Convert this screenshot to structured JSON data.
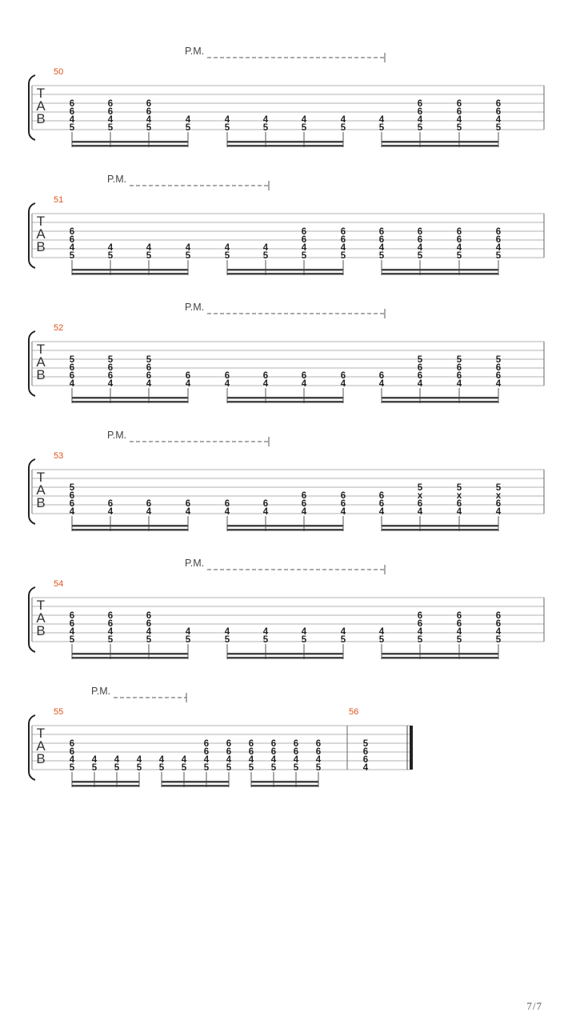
{
  "page": {
    "number": "7/7"
  },
  "tab_clef": [
    "T",
    "A",
    "B"
  ],
  "systems": [
    {
      "pm": {
        "label": "P.M."
      },
      "measures": [
        {
          "number": "50",
          "beats": [
            [
              "6",
              "6",
              "4",
              "5"
            ],
            [
              "6",
              "6",
              "4",
              "5"
            ],
            [
              "6",
              "6",
              "4",
              "5"
            ],
            [
              "",
              "",
              "4",
              "5"
            ],
            [
              "",
              "",
              "4",
              "5"
            ],
            [
              "",
              "",
              "4",
              "5"
            ],
            [
              "",
              "",
              "4",
              "5"
            ],
            [
              "",
              "",
              "4",
              "5"
            ],
            [
              "",
              "",
              "4",
              "5"
            ],
            [
              "6",
              "6",
              "4",
              "5"
            ],
            [
              "6",
              "6",
              "4",
              "5"
            ],
            [
              "6",
              "6",
              "4",
              "5"
            ]
          ]
        }
      ]
    },
    {
      "pm": {
        "label": "P.M."
      },
      "measures": [
        {
          "number": "51",
          "beats": [
            [
              "6",
              "6",
              "4",
              "5"
            ],
            [
              "",
              "",
              "4",
              "5"
            ],
            [
              "",
              "",
              "4",
              "5"
            ],
            [
              "",
              "",
              "4",
              "5"
            ],
            [
              "",
              "",
              "4",
              "5"
            ],
            [
              "",
              "",
              "4",
              "5"
            ],
            [
              "6",
              "6",
              "4",
              "5"
            ],
            [
              "6",
              "6",
              "4",
              "5"
            ],
            [
              "6",
              "6",
              "4",
              "5"
            ],
            [
              "6",
              "6",
              "4",
              "5"
            ],
            [
              "6",
              "6",
              "4",
              "5"
            ],
            [
              "6",
              "6",
              "4",
              "5"
            ]
          ]
        }
      ]
    },
    {
      "pm": {
        "label": "P.M."
      },
      "measures": [
        {
          "number": "52",
          "beats": [
            [
              "5",
              "6",
              "6",
              "4"
            ],
            [
              "5",
              "6",
              "6",
              "4"
            ],
            [
              "5",
              "6",
              "6",
              "4"
            ],
            [
              "",
              "",
              "6",
              "4"
            ],
            [
              "",
              "",
              "6",
              "4"
            ],
            [
              "",
              "",
              "6",
              "4"
            ],
            [
              "",
              "",
              "6",
              "4"
            ],
            [
              "",
              "",
              "6",
              "4"
            ],
            [
              "",
              "",
              "6",
              "4"
            ],
            [
              "5",
              "6",
              "6",
              "4"
            ],
            [
              "5",
              "6",
              "6",
              "4"
            ],
            [
              "5",
              "6",
              "6",
              "4"
            ]
          ]
        }
      ]
    },
    {
      "pm": {
        "label": "P.M."
      },
      "measures": [
        {
          "number": "53",
          "beats": [
            [
              "5",
              "6",
              "6",
              "4"
            ],
            [
              "",
              "",
              "6",
              "4"
            ],
            [
              "",
              "",
              "6",
              "4"
            ],
            [
              "",
              "",
              "6",
              "4"
            ],
            [
              "",
              "",
              "6",
              "4"
            ],
            [
              "",
              "",
              "6",
              "4"
            ],
            [
              "",
              "6",
              "6",
              "4"
            ],
            [
              "",
              "6",
              "6",
              "4"
            ],
            [
              "",
              "6",
              "6",
              "4"
            ],
            [
              "5",
              "x",
              "6",
              "4"
            ],
            [
              "5",
              "x",
              "6",
              "4"
            ],
            [
              "5",
              "x",
              "6",
              "4"
            ]
          ]
        }
      ]
    },
    {
      "pm": {
        "label": "P.M."
      },
      "measures": [
        {
          "number": "54",
          "beats": [
            [
              "6",
              "6",
              "4",
              "5"
            ],
            [
              "6",
              "6",
              "4",
              "5"
            ],
            [
              "6",
              "6",
              "4",
              "5"
            ],
            [
              "",
              "",
              "4",
              "5"
            ],
            [
              "",
              "",
              "4",
              "5"
            ],
            [
              "",
              "",
              "4",
              "5"
            ],
            [
              "",
              "",
              "4",
              "5"
            ],
            [
              "",
              "",
              "4",
              "5"
            ],
            [
              "",
              "",
              "4",
              "5"
            ],
            [
              "6",
              "6",
              "4",
              "5"
            ],
            [
              "6",
              "6",
              "4",
              "5"
            ],
            [
              "6",
              "6",
              "4",
              "5"
            ]
          ]
        }
      ]
    },
    {
      "pm": {
        "label": "P.M."
      },
      "measures": [
        {
          "number": "55",
          "beats": [
            [
              "6",
              "6",
              "4",
              "5"
            ],
            [
              "",
              "",
              "4",
              "5"
            ],
            [
              "",
              "",
              "4",
              "5"
            ],
            [
              "",
              "",
              "4",
              "5"
            ],
            [
              "",
              "",
              "4",
              "5"
            ],
            [
              "",
              "",
              "4",
              "5"
            ],
            [
              "6",
              "6",
              "4",
              "5"
            ],
            [
              "6",
              "6",
              "4",
              "5"
            ],
            [
              "6",
              "6",
              "4",
              "5"
            ],
            [
              "6",
              "6",
              "4",
              "5"
            ],
            [
              "6",
              "6",
              "4",
              "5"
            ],
            [
              "6",
              "6",
              "4",
              "5"
            ]
          ]
        },
        {
          "number": "56",
          "beats": [
            [
              "5",
              "6",
              "6",
              "4"
            ]
          ]
        }
      ]
    }
  ]
}
